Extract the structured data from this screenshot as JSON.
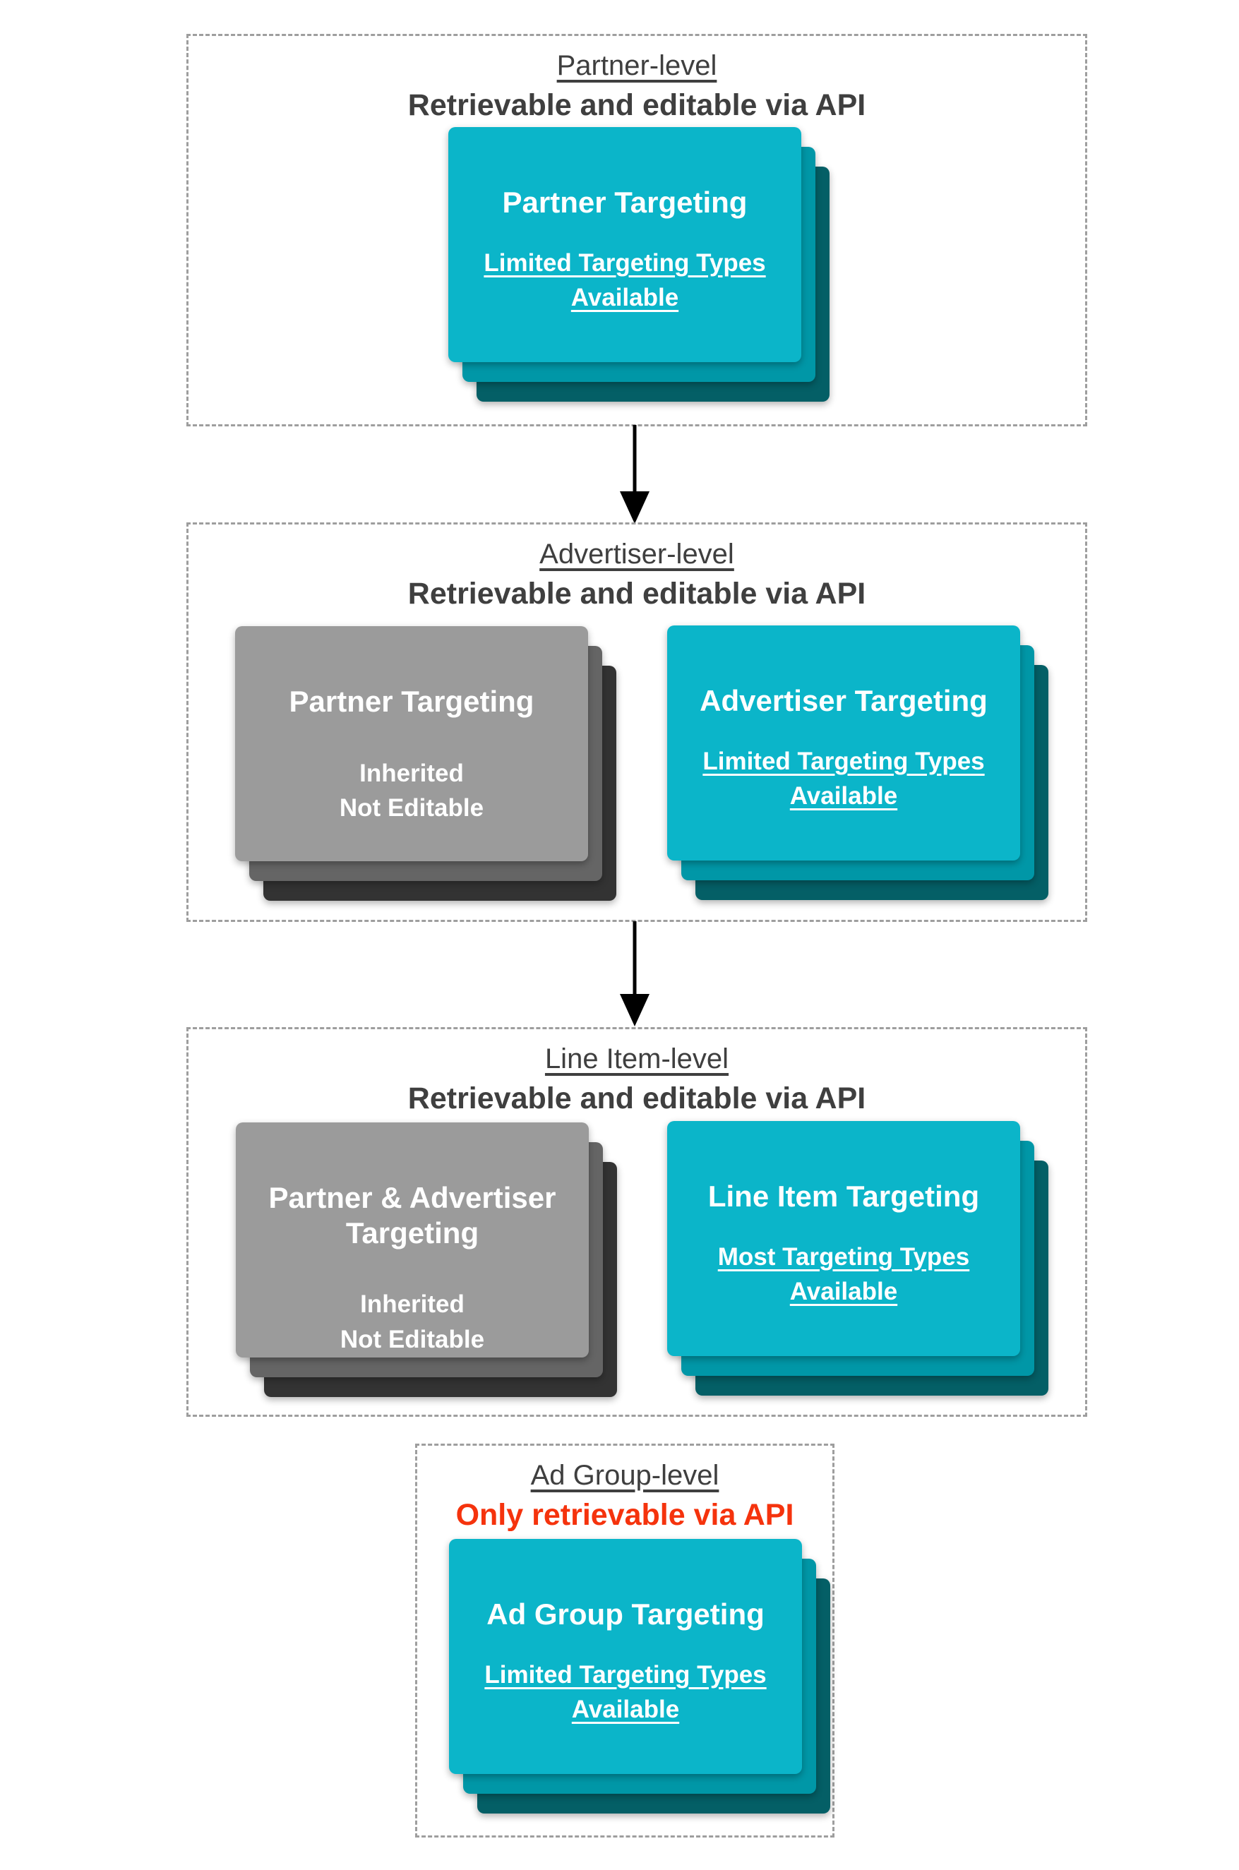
{
  "colors": {
    "cyan_card_front": "#0bb5c9",
    "cyan_card_middle": "#0097a7",
    "cyan_card_back": "#045f66",
    "gray_card_front": "#9b9b9b",
    "gray_card_middle": "#656565",
    "gray_card_back": "#333333",
    "heading_text": "#3f3f3f",
    "red_highlight_text": "#f5330d",
    "card_text": "#ffffff",
    "dashed_border": "#9e9e9e",
    "arrow": "#000000",
    "background": "#ffffff"
  },
  "sections": [
    {
      "id": "partner-level",
      "title": "Partner-level",
      "subtitle": "Retrievable and editable via API",
      "cards": [
        {
          "variant": "cyan",
          "title": "Partner Targeting",
          "lines": [
            "Limited Targeting Types Available"
          ],
          "underlined": true
        }
      ]
    },
    {
      "id": "advertiser-level",
      "title": "Advertiser-level",
      "subtitle": "Retrievable and editable via API",
      "cards": [
        {
          "variant": "gray",
          "title": "Partner Targeting",
          "lines": [
            "Inherited",
            "Not Editable"
          ],
          "underlined": false
        },
        {
          "variant": "cyan",
          "title": "Advertiser Targeting",
          "lines": [
            "Limited Targeting Types Available"
          ],
          "underlined": true
        }
      ]
    },
    {
      "id": "line-item-level",
      "title": "Line Item-level",
      "subtitle": "Retrievable and editable via API",
      "cards": [
        {
          "variant": "gray",
          "title": "Partner & Advertiser Targeting",
          "lines": [
            "Inherited",
            "Not Editable"
          ],
          "underlined": false
        },
        {
          "variant": "cyan",
          "title": "Line Item Targeting",
          "lines": [
            "Most Targeting Types Available"
          ],
          "underlined": true
        }
      ]
    },
    {
      "id": "ad-group-level",
      "title": "Ad Group-level",
      "subtitle": "Only retrievable via API",
      "cards": [
        {
          "variant": "cyan",
          "title": "Ad Group Targeting",
          "lines": [
            "Limited Targeting Types Available"
          ],
          "underlined": true
        }
      ]
    }
  ]
}
